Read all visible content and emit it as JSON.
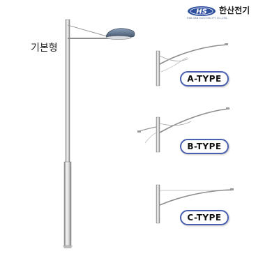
{
  "logo": {
    "badge_text": "HS",
    "company_name": "한산전기",
    "english_name": "HAN SAN ELECTRICITY CO.,LTD."
  },
  "basic_label": "기본형",
  "types": [
    {
      "label": "A-TYPE"
    },
    {
      "label": "B-TYPE"
    },
    {
      "label": "C-TYPE"
    }
  ],
  "colors": {
    "tag_border": "#4a5fb0",
    "logo_blue": "#2f4f9f"
  }
}
